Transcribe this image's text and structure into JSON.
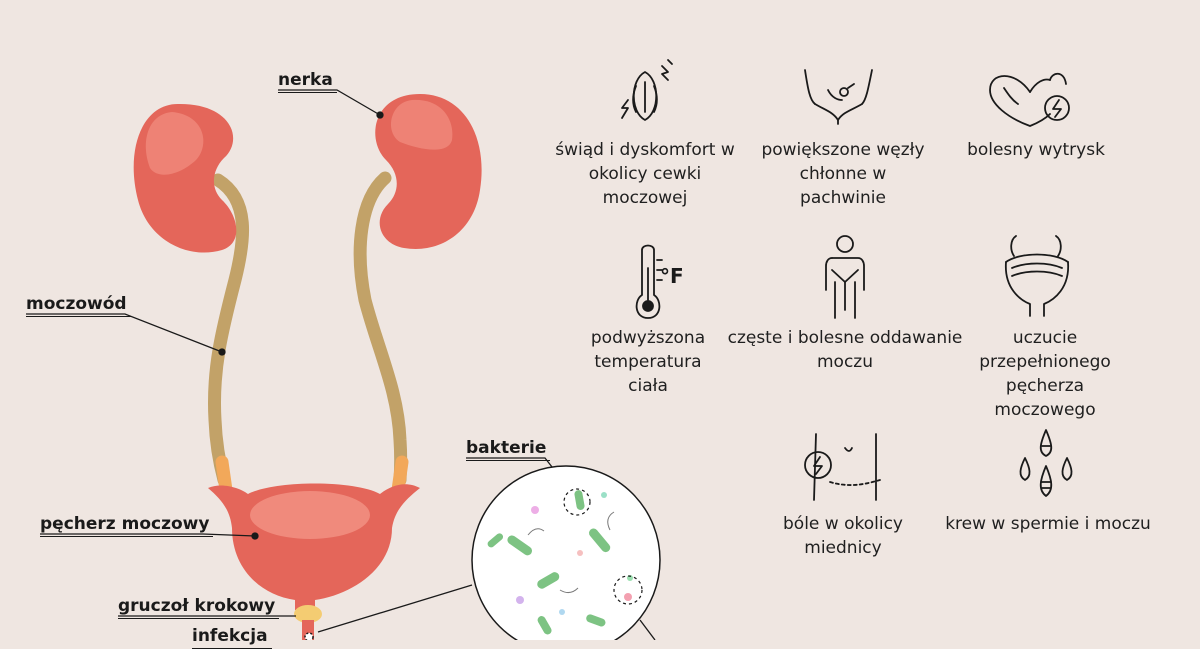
{
  "anatomy_labels": {
    "kidney": "nerka",
    "ureter": "moczowód",
    "bladder": "pęcherz moczowy",
    "prostate": "gruczoł krokowy",
    "infection": "infekcja",
    "bacteria": "bakterie"
  },
  "symptoms": [
    {
      "icon": "itch-discharge-icon",
      "text": "świąd i dyskomfort w okolicy cewki moczowej"
    },
    {
      "icon": "lymph-nodes-groin-icon",
      "text": "powiększone węzły chłonne w pachwinie"
    },
    {
      "icon": "painful-ejaculation-icon",
      "text": "bolesny wytrysk"
    },
    {
      "icon": "thermometer-icon",
      "text": "podwyższona temperatura ciała",
      "unit": "°F"
    },
    {
      "icon": "frequent-urination-icon",
      "text": "częste i bolesne oddawanie moczu"
    },
    {
      "icon": "full-bladder-icon",
      "text": "uczucie przepełnionego pęcherza moczowego"
    },
    {
      "icon": "pelvic-pain-icon",
      "text": "bóle w okolicy miednicy"
    },
    {
      "icon": "blood-drops-icon",
      "text": "krew w spermie i moczu"
    }
  ],
  "colors": {
    "background": "#efe6e1",
    "organ": "#e4665a",
    "organ_light": "#f08a7c",
    "ureter": "#c2a268",
    "ureter_tip": "#f2a85a",
    "bacteria": "#7dc383",
    "ink": "#1a1a1a"
  }
}
